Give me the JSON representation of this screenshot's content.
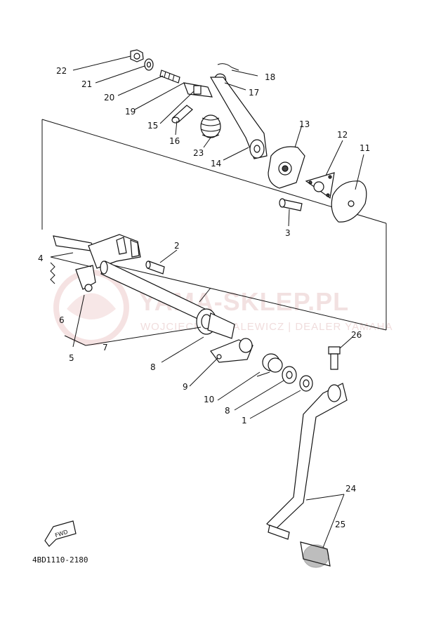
{
  "watermark": {
    "line1": "YAMA-SKLEP.PL",
    "line2": "WOJCIECH KOWALEWICZ | DEALER YAMAHA"
  },
  "diagram_code": "4BD1110-2180",
  "fwd_label": "FWD",
  "callouts": {
    "c1": "1",
    "c2": "2",
    "c3": "3",
    "c4": "4",
    "c5": "5",
    "c6": "6",
    "c7": "7",
    "c8a": "8",
    "c8b": "8",
    "c9": "9",
    "c10": "10",
    "c11": "11",
    "c12": "12",
    "c13": "13",
    "c14": "14",
    "c15": "15",
    "c16": "16",
    "c17": "17",
    "c18": "18",
    "c19": "19",
    "c20": "20",
    "c21": "21",
    "c22": "22",
    "c23": "23",
    "c24": "24",
    "c25": "25",
    "c26": "26"
  }
}
